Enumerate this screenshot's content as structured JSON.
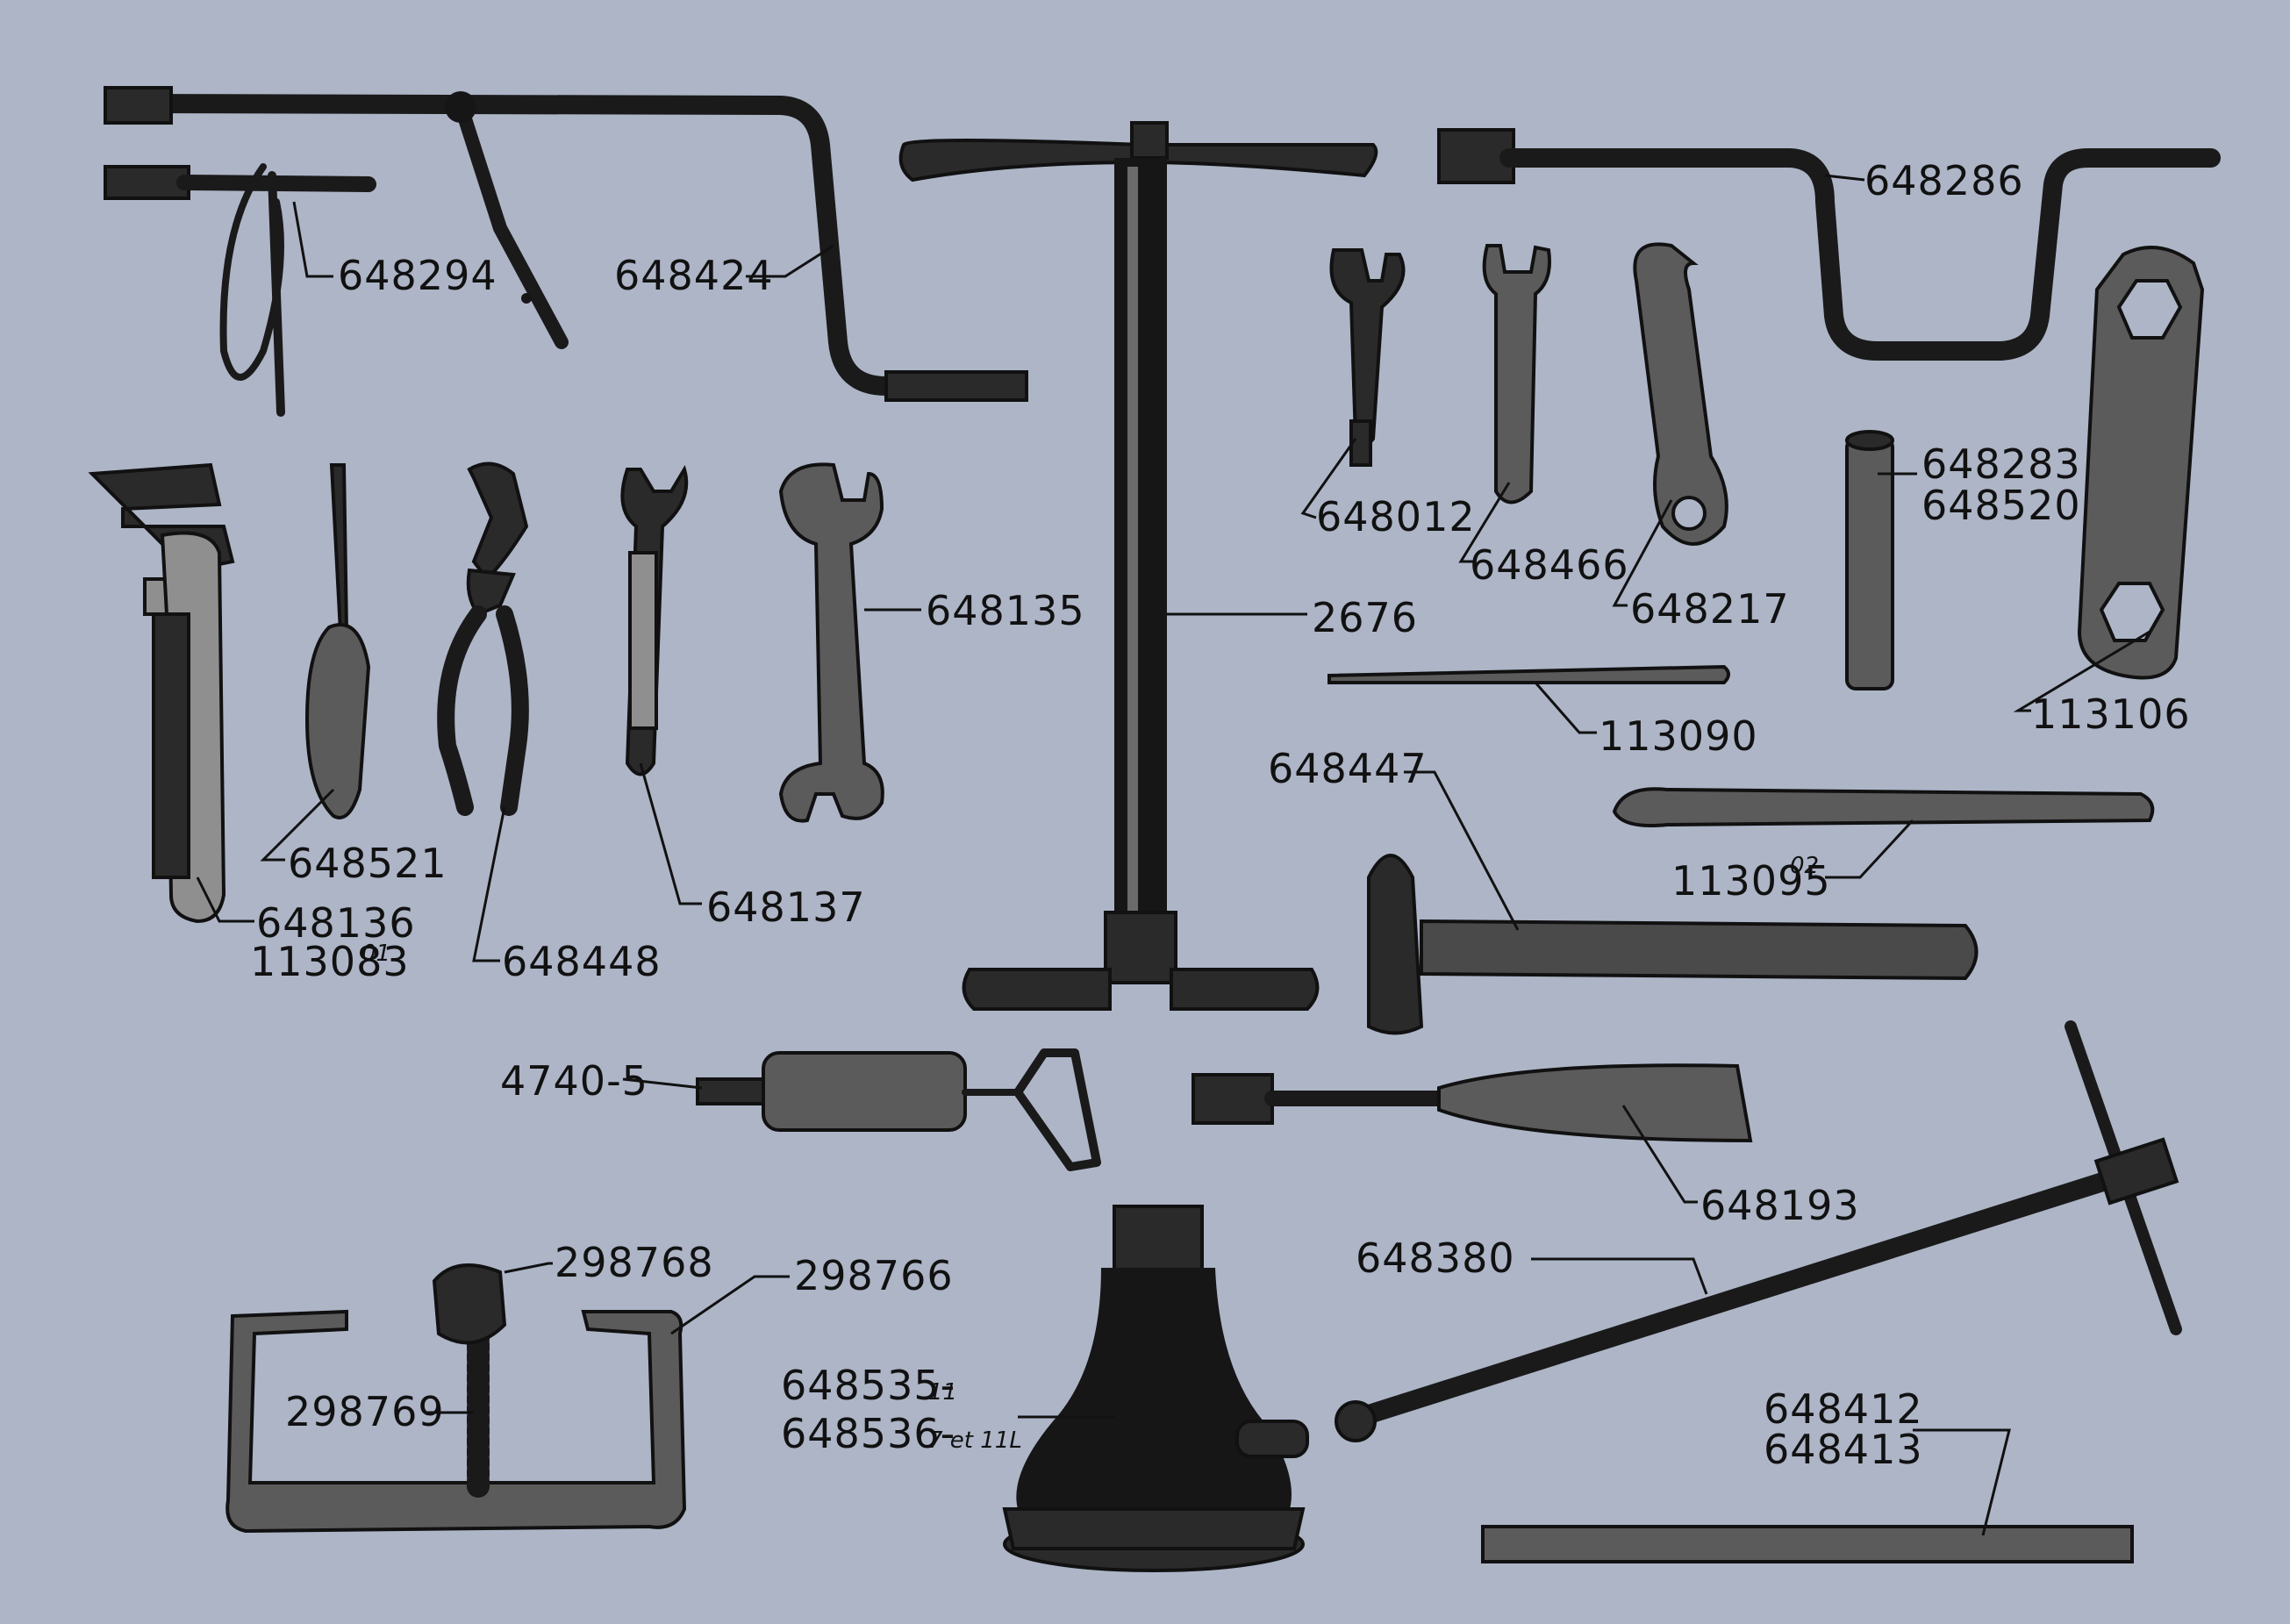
{
  "labels": {
    "p648294": "648294",
    "p648424": "648424",
    "p648286": "648286",
    "p648012": "648012",
    "p648466": "648466",
    "p648217": "648217",
    "p648283": "648283",
    "p648520": "648520",
    "p648135": "648135",
    "p2676": "2676",
    "p648521": "648521",
    "p648136": "648136",
    "p113083": "113083",
    "p113083_sup": "01",
    "p648448": "648448",
    "p648137": "648137",
    "p113090": "113090",
    "p113106": "113106",
    "p648447": "648447",
    "p113095": "113095",
    "p113095_sup": "02",
    "p4740": "4740-5",
    "p648193": "648193",
    "p298768": "298768",
    "p298766": "298766",
    "p298769": "298769",
    "p648380": "648380",
    "p648535": "648535-",
    "p648535_suffix": "11",
    "p648536": "648536-",
    "p648536_suffix": "7 et 11L",
    "p648412": "648412",
    "p648413": "648413"
  },
  "colors": {
    "background": "#adb5c7",
    "ink": "#161616"
  }
}
